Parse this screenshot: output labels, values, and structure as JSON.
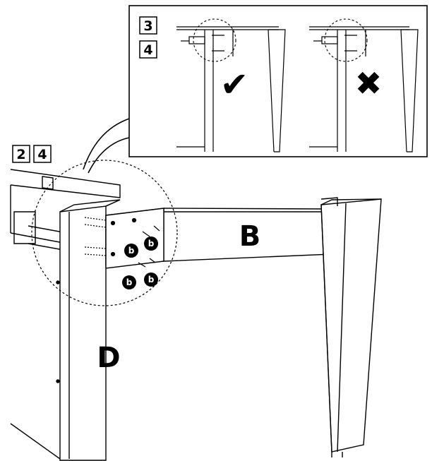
{
  "steps": {
    "main_a": "2",
    "main_b": "4",
    "inset_a": "3",
    "inset_b": "4"
  },
  "parts": {
    "rail": "B",
    "leg": "D"
  },
  "screw_label": "b",
  "inset": {
    "correct_symbol": "✔",
    "wrong_symbol": "✖"
  }
}
